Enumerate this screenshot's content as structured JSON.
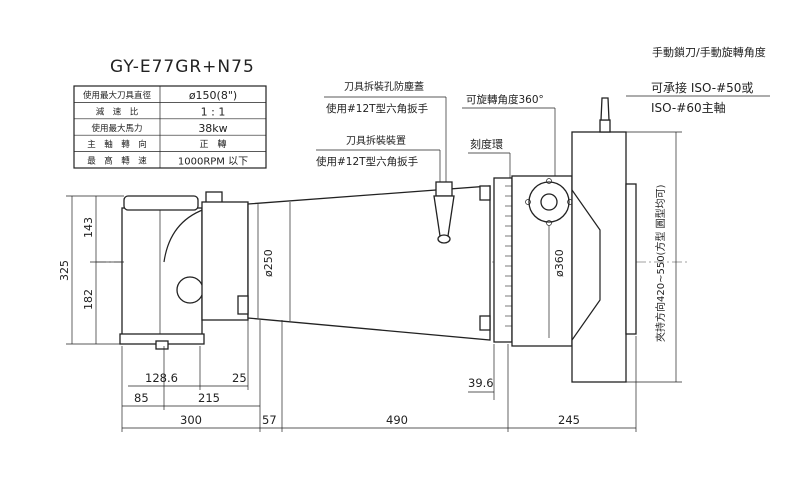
{
  "model": "GY-E77GR+N75",
  "spec_table": [
    {
      "label": "使用最大刀具直徑",
      "value": "ø150(8\")"
    },
    {
      "label": "減　速　比",
      "value": "1 : 1"
    },
    {
      "label": "使用最大馬力",
      "value": "38kw"
    },
    {
      "label": "主　軸　轉　向",
      "value": "正　轉"
    },
    {
      "label": "最　高　轉　速",
      "value": "1000RPM 以下"
    }
  ],
  "notes": {
    "top_right": "手動鎖刀/手動旋轉角度",
    "iso_line1": "可承接 ISO-#50或",
    "iso_line2": "ISO-#60主軸",
    "dust_cover": "刀具拆裝孔防塵蓋",
    "wrench1": "使用#12T型六角扳手",
    "tool_device": "刀具拆裝裝置",
    "wrench2": "使用#12T型六角扳手",
    "rotation_angle": "可旋轉角度360°",
    "scale_ring": "刻度環",
    "clamp_range": "夾持方向420~550(方型 圓型均可)"
  },
  "dimensions": {
    "overall_height": "325",
    "upper_height": "143",
    "lower_height": "182",
    "body_dia": "ø250",
    "flange_dia": "ø360",
    "d128": "128.6",
    "d25": "25",
    "d85": "85",
    "d215": "215",
    "d39": "39.6",
    "d300": "300",
    "d57": "57",
    "d490": "490",
    "d245": "245"
  }
}
